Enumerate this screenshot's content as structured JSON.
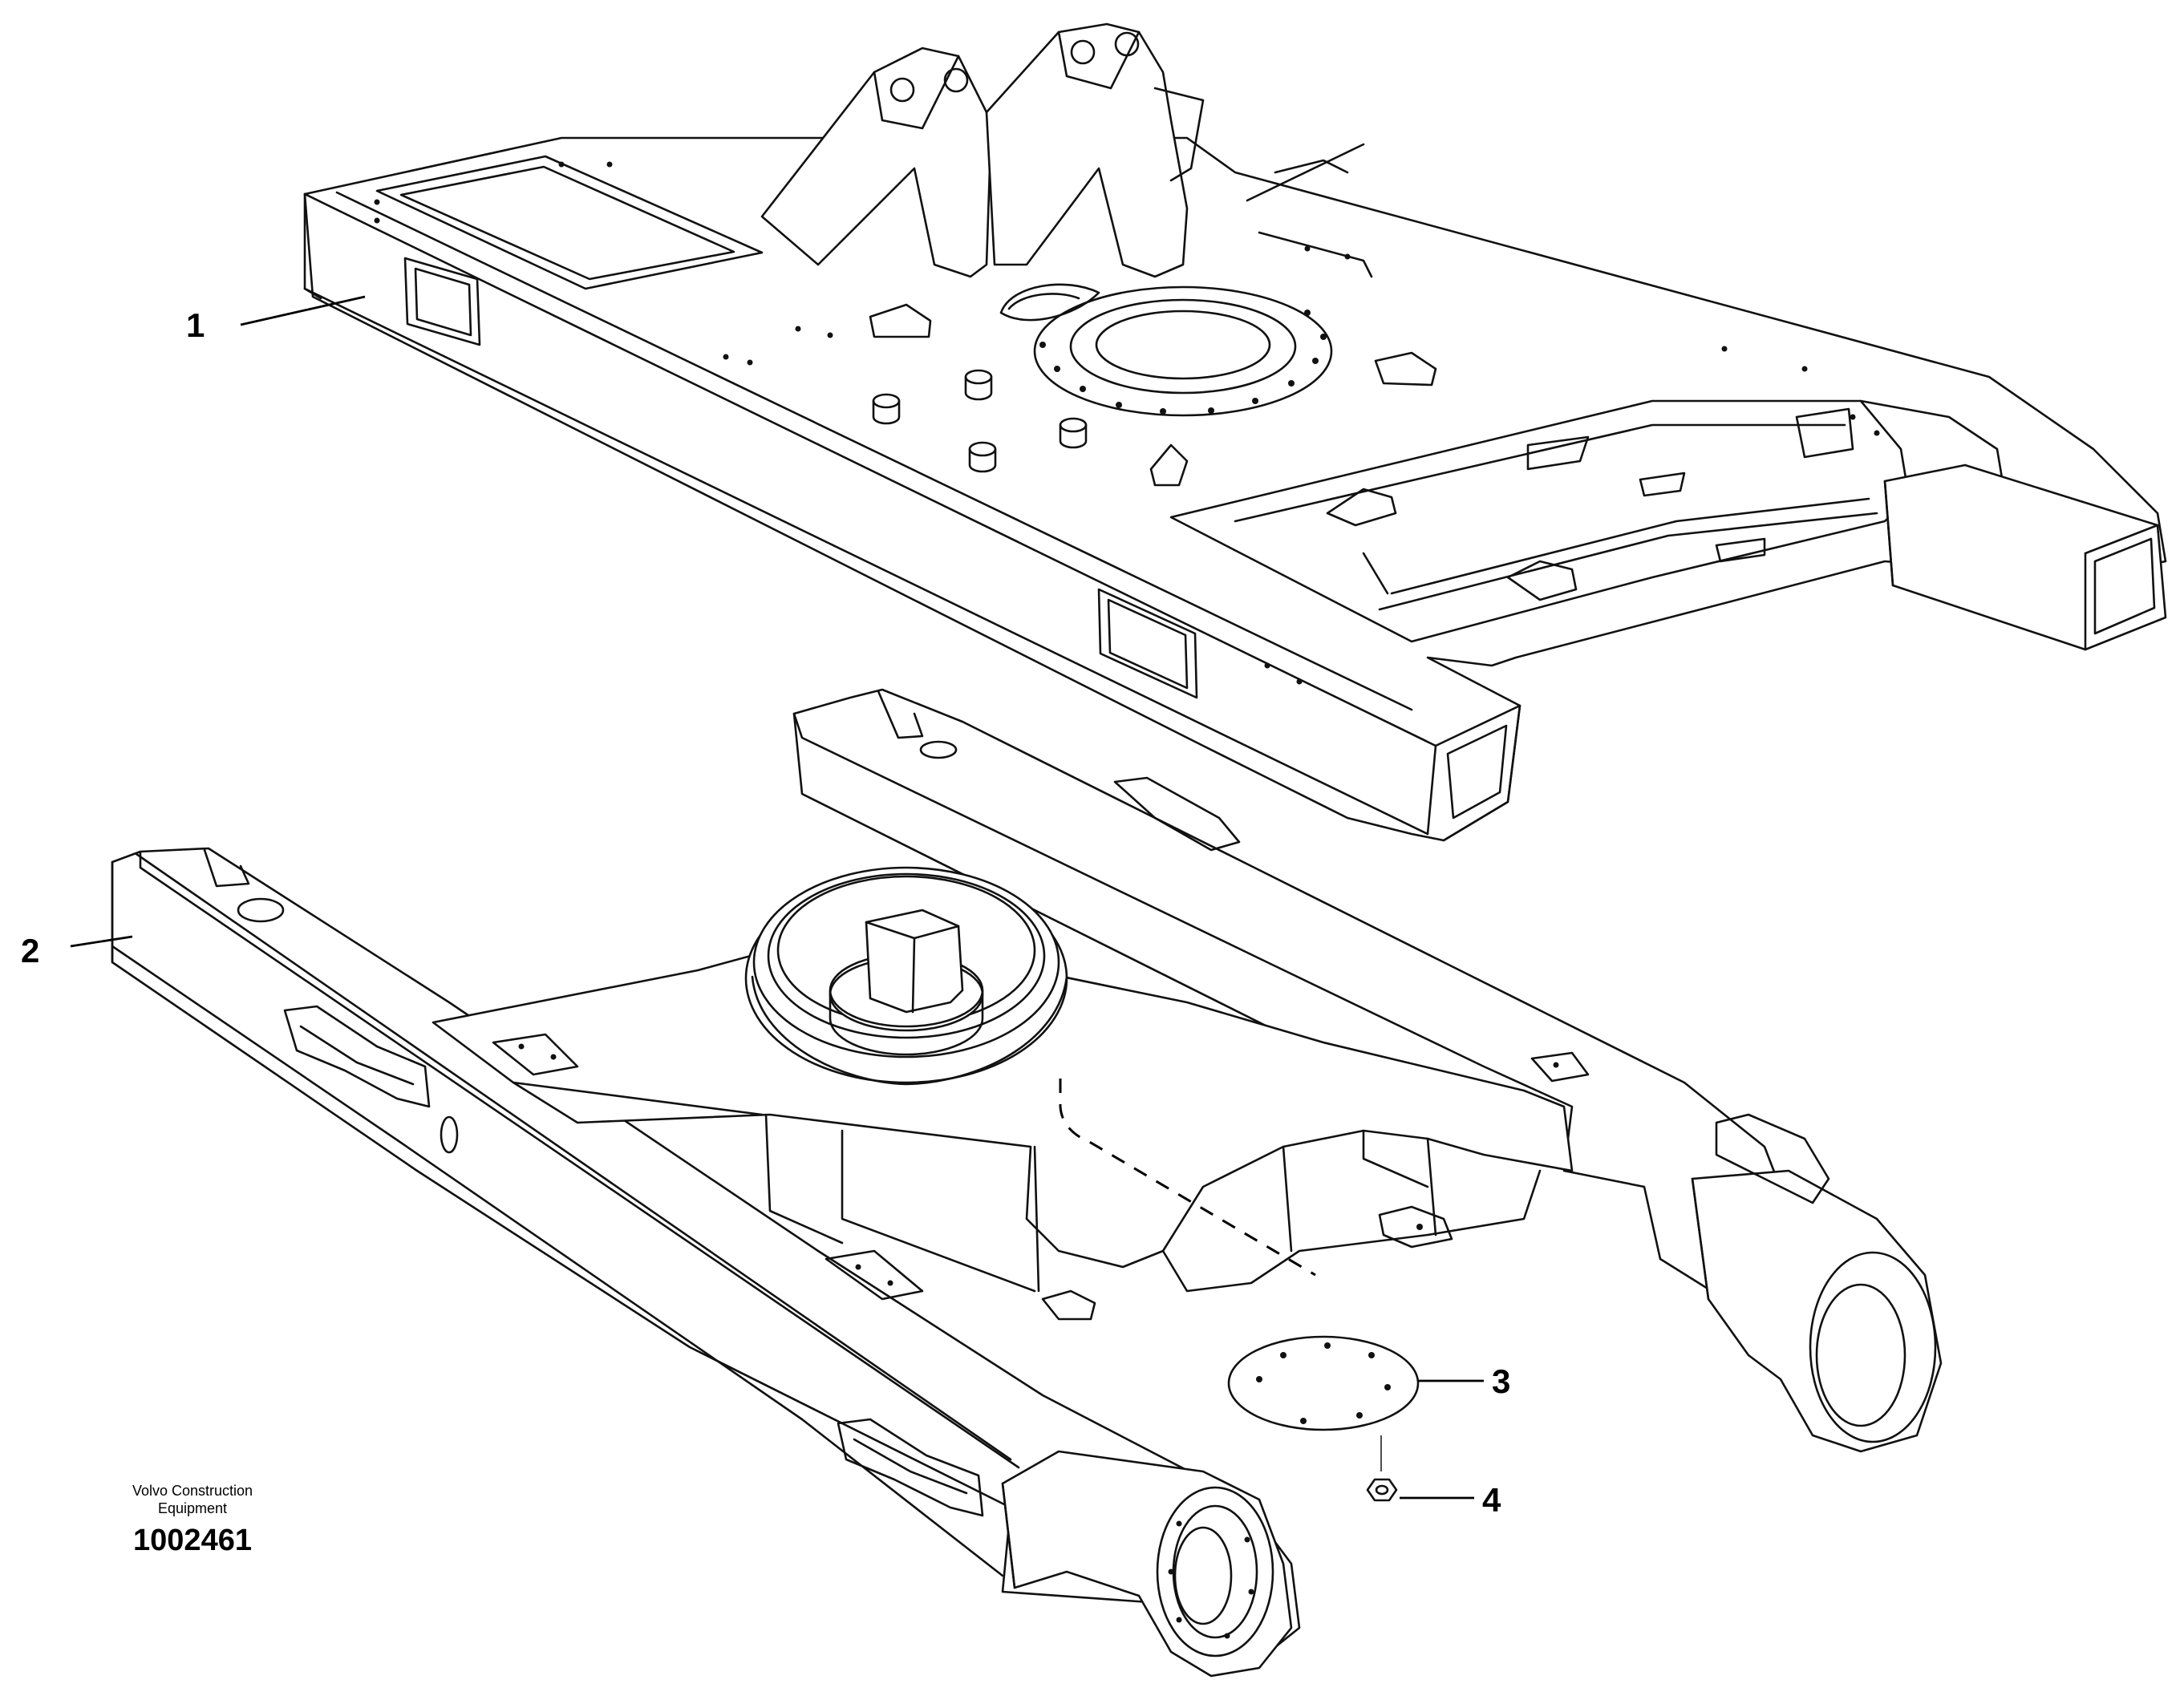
{
  "callouts": [
    {
      "id": "1",
      "label": "1"
    },
    {
      "id": "2",
      "label": "2"
    },
    {
      "id": "3",
      "label": "3"
    },
    {
      "id": "4",
      "label": "4"
    }
  ],
  "credit": {
    "line1": "Volvo Construction",
    "line2": "Equipment",
    "number": "1002461"
  }
}
